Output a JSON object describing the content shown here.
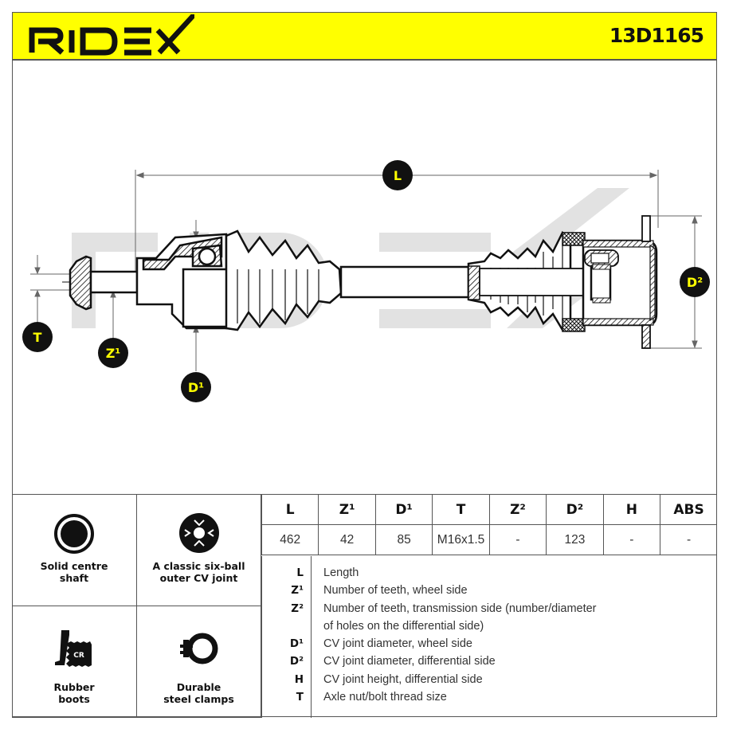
{
  "header": {
    "brand": "RIDEX",
    "part_number": "13D1165",
    "background_color": "#ffff00"
  },
  "diagram": {
    "watermark": "RIDEX",
    "callouts": {
      "L": "L",
      "T": "T",
      "Z1": "Z¹",
      "D1": "D¹",
      "D2": "D²"
    },
    "callout_color": "#111111",
    "callout_text_color": "#ffff00"
  },
  "features": [
    {
      "icon": "solid-shaft-icon",
      "label": "Solid centre\nshaft"
    },
    {
      "icon": "six-ball-cv-joint-icon",
      "label": "A classic six-ball\nouter CV joint"
    },
    {
      "icon": "rubber-boot-cr-icon",
      "label": "Rubber\nboots",
      "icon_text": "CR"
    },
    {
      "icon": "steel-clamp-icon",
      "label": "Durable\nsteel clamps"
    }
  ],
  "spec_table": {
    "headers": [
      "L",
      "Z¹",
      "D¹",
      "T",
      "Z²",
      "D²",
      "H",
      "ABS"
    ],
    "values": [
      "462",
      "42",
      "85",
      "M16x1.5",
      "-",
      "123",
      "-",
      "-"
    ]
  },
  "legend": [
    {
      "key": "L",
      "desc": "Length"
    },
    {
      "key": "Z¹",
      "desc": "Number of teeth, wheel side"
    },
    {
      "key": "Z²",
      "desc": "Number of teeth, transmission side (number/diameter"
    },
    {
      "key": "",
      "desc": "of holes on the differential side)"
    },
    {
      "key": "D¹",
      "desc": "CV joint diameter, wheel side"
    },
    {
      "key": "D²",
      "desc": "CV joint diameter, differential side"
    },
    {
      "key": "H",
      "desc": "CV joint height, differential side"
    },
    {
      "key": "T",
      "desc": "Axle nut/bolt thread size"
    }
  ]
}
